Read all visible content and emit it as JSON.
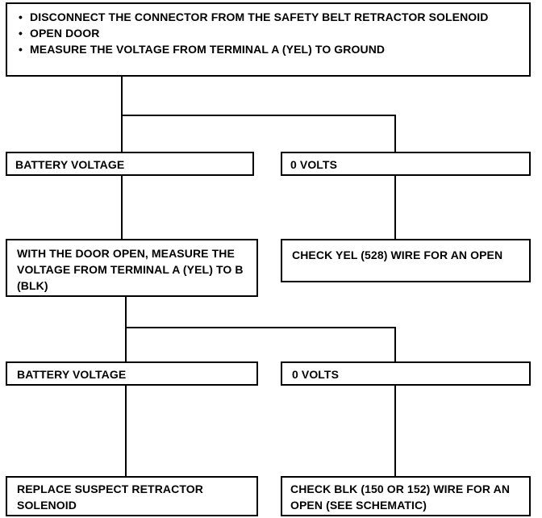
{
  "flowchart": {
    "start": {
      "steps": [
        "DISCONNECT THE CONNECTOR FROM THE SAFETY BELT RETRACTOR SOLENOID",
        "OPEN DOOR",
        "MEASURE THE VOLTAGE FROM TERMINAL A (YEL) TO GROUND"
      ]
    },
    "first_result_battery": "BATTERY VOLTAGE",
    "first_result_zero": "0 VOLTS",
    "second_test": "WITH THE DOOR OPEN, MEASURE THE VOLTAGE FROM TERMINAL A (YEL) TO B (BLK)",
    "check_yel": "CHECK YEL (528) WIRE FOR AN OPEN",
    "second_result_battery": "BATTERY VOLTAGE",
    "second_result_zero": "0 VOLTS",
    "replace_solenoid": "REPLACE SUSPECT RETRACTOR SOLENOID",
    "check_blk": "CHECK BLK (150 OR 152) WIRE FOR AN OPEN (SEE SCHEMATIC)"
  }
}
